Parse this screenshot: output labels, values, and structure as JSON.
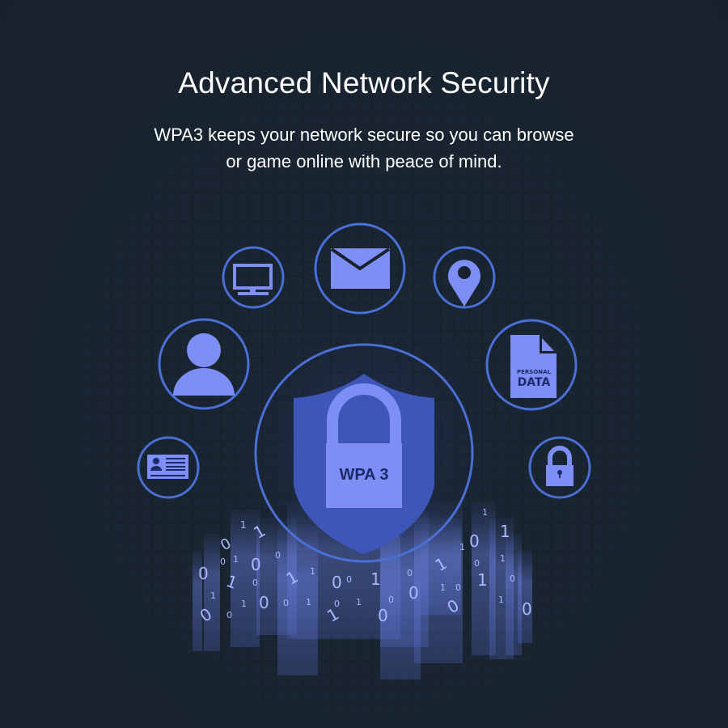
{
  "header": {
    "title": "Advanced Network Security",
    "subtitle_line1": "WPA3 keeps your network secure so you can browse",
    "subtitle_line2": "or game online with peace of mind."
  },
  "illustration": {
    "center": {
      "icon": "shield-lock-icon",
      "lock_label": "WPA 3"
    },
    "orbit_icons": [
      {
        "name": "monitor-icon"
      },
      {
        "name": "envelope-icon"
      },
      {
        "name": "location-pin-icon"
      },
      {
        "name": "user-icon"
      },
      {
        "name": "personal-data-document-icon",
        "label_top": "PERSONAL",
        "label_bottom": "DATA"
      },
      {
        "name": "id-card-icon"
      },
      {
        "name": "padlock-icon"
      }
    ],
    "binary_digits": [
      "0",
      "1",
      "0",
      "1",
      "0",
      "1",
      "0",
      "1",
      "0",
      "0",
      "1",
      "0",
      "1",
      "0",
      "1",
      "0",
      "1",
      "0",
      "0",
      "1",
      "1",
      "0",
      "0",
      "1",
      "0",
      "1",
      "0",
      "1",
      "0",
      "1",
      "1",
      "0",
      "1",
      "0",
      "1",
      "0"
    ]
  },
  "colors": {
    "background": "#18212c",
    "accent": "#7d8ff5",
    "ring": "#4a6fd6",
    "shield": "#3d56b8",
    "text": "#ffffff",
    "label_dark": "#1c2a6b"
  }
}
